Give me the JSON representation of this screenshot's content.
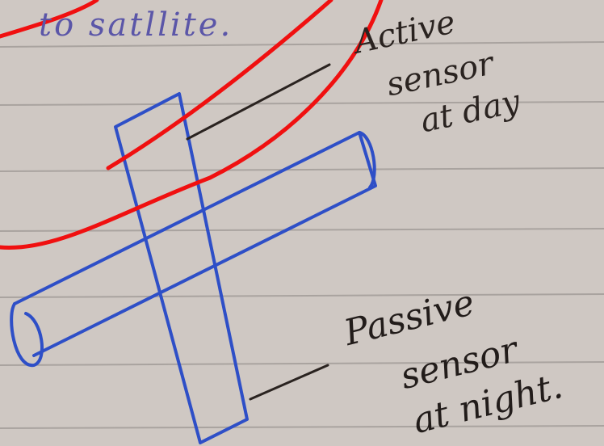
{
  "notes": {
    "top_line": "to satllite.",
    "active_label": [
      "Active",
      "sensor",
      "at day"
    ],
    "passive_label": [
      "Passive",
      "sensor",
      "at night."
    ]
  },
  "colors": {
    "paper": "#cfc8c3",
    "rule_lines": "#a7a19d",
    "ink_blue": "#2e4fc7",
    "pen_red": "#f01010",
    "ink_dark": "#2a2320"
  }
}
